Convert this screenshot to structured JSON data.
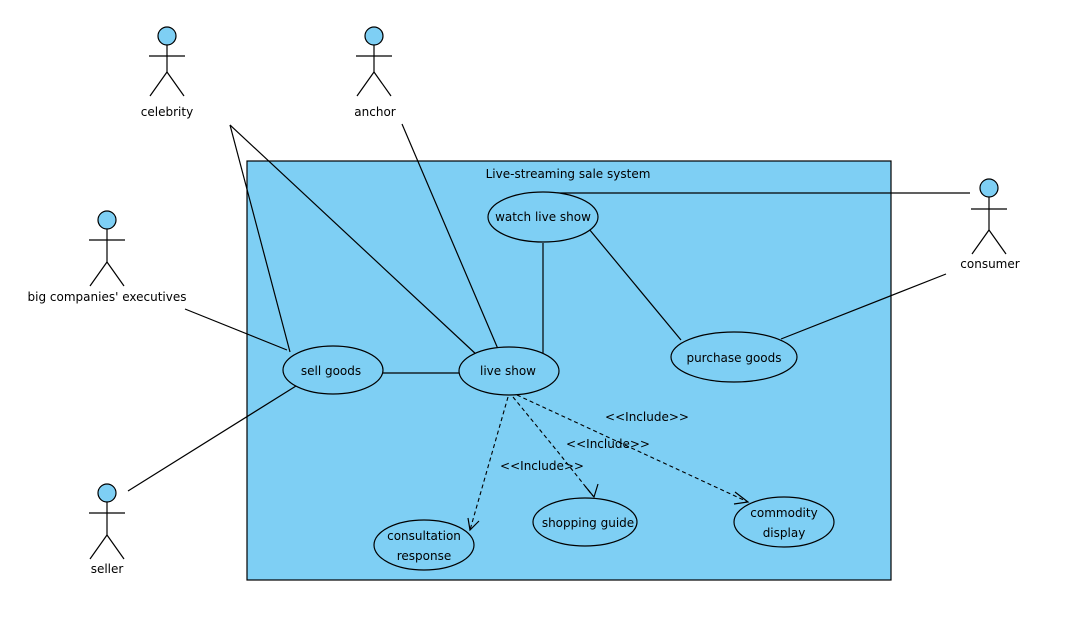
{
  "colors": {
    "system_fill": "#7ecff4",
    "actor_fill": "#7ecff4",
    "usecase_fill": "#7ecff4",
    "stroke": "#000000"
  },
  "system": {
    "title": "Live-streaming sale system"
  },
  "actors": {
    "celebrity": "celebrity",
    "anchor": "anchor",
    "executives": "big companies' executives",
    "seller": "seller",
    "consumer": "consumer"
  },
  "use_cases": {
    "watch_live_show": "watch live show",
    "purchase_goods": "purchase goods",
    "sell_goods": "sell goods",
    "live_show": "live show",
    "consultation_response": [
      "consultation",
      "response"
    ],
    "shopping_guide": "shopping guide",
    "commodity_display": [
      "commodity",
      "display"
    ]
  },
  "stereotypes": {
    "include_commodity": "<<Include>>",
    "include_guide": "<<Include>>",
    "include_consultation": "<<Include>>"
  }
}
